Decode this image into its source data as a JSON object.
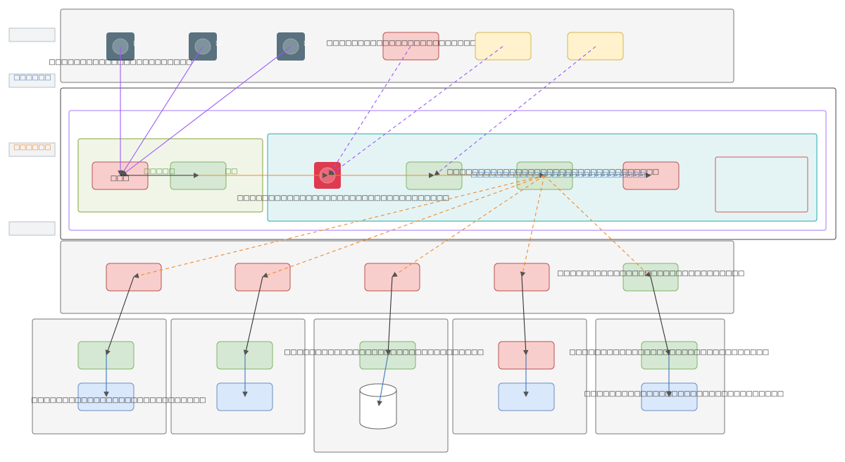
{
  "colors": {
    "layer_fill": "#f5f5f5",
    "layer_stroke": "#666666",
    "main_stroke": "#444444",
    "purple": "#9b59f6",
    "purple_frame": "#b794f6",
    "olive_frame": "#82a33b",
    "olive_fill": "#f1f5e8",
    "teal_frame": "#23a7ad",
    "teal_fill": "#e4f4f5",
    "red_fill": "#f8cecc",
    "red_stroke": "#b85450",
    "green_fill": "#d5e8d4",
    "green_stroke": "#82b366",
    "yellow_fill": "#fff2cc",
    "yellow_stroke": "#d6b656",
    "blue_fill": "#dae8fc",
    "blue_stroke": "#6c8ebf",
    "slate_icon": "#5a717f",
    "crimson_icon": "#de3a50",
    "orange": "#f0892b",
    "arrow_dark": "#333333",
    "arrow_blue": "#3c78bd",
    "side_blue_text": "#4a7ec1",
    "side_orange_text": "#f0892b",
    "green_text": "#5a9a3c"
  },
  "side_labels": [
    {
      "name": "side-label-1",
      "text": ""
    },
    {
      "name": "side-label-2",
      "text": "□□□□□□"
    },
    {
      "name": "side-label-3",
      "text": "□□□□□□"
    },
    {
      "name": "side-label-4",
      "text": ""
    }
  ],
  "top_layer": {
    "user_icons": [
      {
        "name": "user-icon-1",
        "side_text": "□"
      },
      {
        "name": "user-icon-2",
        "side_text": "□"
      },
      {
        "name": "user-icon-3",
        "side_text": "□"
      }
    ],
    "user_caption": "□□□□□□□□□□□□□□□□□□□□□□□",
    "red_box_caption": "□□□□□□□□□□□□□□□□□□□□□□□□□□□",
    "red_box": "",
    "yellow_box_1": "",
    "yellow_box_2": ""
  },
  "core": {
    "entry_box_label": "□□□",
    "edge_label_1": "□□□□□",
    "edge_label_2": "□□",
    "gateway_caption": "□□□□□□□□□□□□□□□□□□□□□□□□□□□□□□□□□□",
    "hub_label_gray": "□□□□□□□□□□□□□□□□□□□□□□□□□□□□□□□□□□",
    "hub_label_blue": "□□□□□□□□□□□□□□□□□□□□□□□□□□□□",
    "service_box": "",
    "hub_box": "",
    "target_box": "",
    "empty_frame": ""
  },
  "service_layer": {
    "boxes": [
      "",
      "",
      "",
      "",
      ""
    ],
    "right_caption": "□□□□□□□□□□□□□□□□□□□□□□□□□□□□□□"
  },
  "bottom_groups": [
    {
      "name": "bottom-group-1",
      "caption": "□□□□□□□□□□□□□□□□□□□□□□□□□□□□"
    },
    {
      "name": "bottom-group-2",
      "caption": ""
    },
    {
      "name": "bottom-group-3",
      "caption": "□□□□□□□□□□□□□□□□□□□□□□□□□□□□□□□□"
    },
    {
      "name": "bottom-group-4",
      "caption": ""
    },
    {
      "name": "bottom-group-5",
      "caption": "□□□□□□□□□□□□□□□□□□□□□□□□□□□□□□□□",
      "caption_2": "□□□□□□□□□□□□□□□□□□□□□□□□□□□□□□□□"
    }
  ]
}
